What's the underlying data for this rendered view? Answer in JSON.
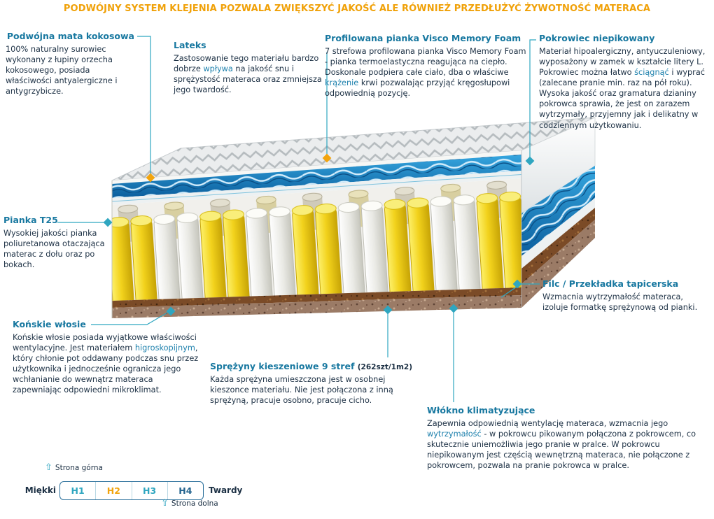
{
  "header": {
    "text": "PODWÓJNY SYSTEM KLEJENIA POZWALA ZWIĘKSZYĆ JAKOŚĆ ALE RÓWNIEŻ PRZEDŁUŻYĆ ŻYWOTNOŚĆ MATERACA"
  },
  "annotations": {
    "mata": {
      "title": "Podwójna mata kokosowa",
      "body": "100% naturalny surowiec wykonany z łupiny orzecha kokosowego, posiada właściwości antyalergiczne i antygrzybicze.",
      "highlights": []
    },
    "lateks": {
      "title": "Lateks",
      "body": "Zastosowanie tego materiału bardzo dobrze wpływa na jakość snu i sprężystość materaca oraz zmniejsza jego twardość.",
      "highlights": [
        "wpływa"
      ]
    },
    "visco": {
      "title": "Profilowana pianka Visco Memory Foam",
      "body": "7 strefowa profilowana pianka Visco Memory Foam - pianka termoelastyczna reagująca na ciepło. Doskonale podpiera całe ciało, dba o właściwe krążenie krwi pozwalając przyjąć kręgosłupowi odpowiednią pozycję.",
      "highlights": [
        "krążenie"
      ]
    },
    "pokrowiec": {
      "title": "Pokrowiec niepikowany",
      "body": "Materiał hipoalergiczny, antyuczuleniowy, wyposażony w zamek w kształcie litery L. Pokrowiec można łatwo ściągnąć i wyprać (zalecane pranie min. raz na pół roku). Wysoka jakość oraz gramatura dzianiny pokrowca sprawia, że jest on zarazem wytrzymały, przyjemny jak i delikatny w codziennym użytkowaniu.",
      "highlights": [
        "ściągnąć"
      ]
    },
    "t25": {
      "title": "Pianka T25",
      "body": "Wysokiej jakości pianka poliuretanowa otaczająca materac z dołu oraz po bokach.",
      "highlights": []
    },
    "konskie": {
      "title": "Końskie włosie",
      "body": "Końskie włosie posiada wyjątkowe właściwości wentylacyjne. Jest materiałem higroskopijnym, który chłonie pot oddawany podczas snu przez użytkownika i jednocześnie ogranicza jego wchłanianie do wewnątrz materaca zapewniając odpowiedni mikroklimat.",
      "highlights": [
        "higroskopijnym"
      ]
    },
    "filc": {
      "title": "Filc / Przekładka tapicerska",
      "body": "Wzmacnia wytrzymałość materaca, izoluje formatkę sprężynową od pianki.",
      "highlights": []
    },
    "sprezyny": {
      "title": "Sprężyny kieszeniowe 9 stref",
      "subtitle": "(262szt/1m2)",
      "body": "Każda sprężyna umieszczona jest w osobnej kieszonce materiału. Nie jest połączona z inną sprężyną, pracuje osobno, pracuje cicho.",
      "highlights": []
    },
    "wlokno": {
      "title": "Włókno klimatyzujące",
      "body": "Zapewnia odpowiednią wentylację materaca, wzmacnia jego wytrzymałość - w pokrowcu pikowanym połączona z pokrowcem, co skutecznie uniemożliwia jego pranie w pralce. W pokrowcu niepikowanym jest częścią wewnętrzną materaca, nie połączone z pokrowcem, pozwala na pranie pokrowca w pralce.",
      "highlights": [
        "wytrzymałość"
      ]
    }
  },
  "scale": {
    "top_label": "Strona górna",
    "bottom_label": "Strona dolna",
    "soft_label": "Miękki",
    "hard_label": "Twardy",
    "levels": [
      {
        "label": "H1",
        "color": "#2fa6c0"
      },
      {
        "label": "H2",
        "color": "#f2a40d"
      },
      {
        "label": "H3",
        "color": "#2fa6c0"
      },
      {
        "label": "H4",
        "color": "#23638e"
      }
    ]
  },
  "colors": {
    "banner_orange": "#f0a108",
    "heading_blue": "#1878a0",
    "body_text": "#1c3044",
    "highlight_blue": "#1e81ad",
    "connector_teal": "#2fa6c0",
    "marker_orange": "#f2a40d",
    "spring_yellow": "#f2d21c",
    "wave_blue": "#1f8fd0",
    "coco_brown": "#7b4b27"
  }
}
